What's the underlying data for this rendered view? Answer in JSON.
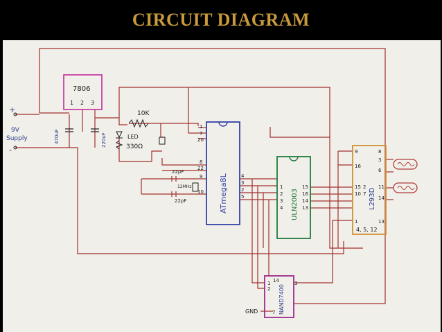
{
  "slide": {
    "title": "CIRCUIT DIAGRAM"
  },
  "colors": {
    "background": "#000000",
    "title": "#c89a3c",
    "paper": "#f1efe9",
    "wire_red": "#a4302e",
    "ink_blue": "#2a3c8e",
    "ink_black": "#1c1c1c",
    "regulator": "#c42a9a",
    "atmega": "#3340a8",
    "uln": "#1f7a3c",
    "l293d": "#d29032",
    "nand": "#9c2a8c",
    "motor": "#b23a3a"
  },
  "components": {
    "regulator": {
      "label": "7806",
      "pins": [
        "1",
        "2",
        "3"
      ]
    },
    "supply": {
      "label": [
        "9V",
        "Supply"
      ],
      "plus": "+",
      "minus": "-"
    },
    "cap1": {
      "label": "470uF"
    },
    "cap2": {
      "label": "220uF"
    },
    "resistor_pullup": {
      "label": "10K"
    },
    "led": {
      "label": "LED"
    },
    "resistor_led": {
      "label": "330Ω"
    },
    "atmega": {
      "label": "ATmega8L",
      "left_pins": [
        "1",
        "7",
        "20",
        "8",
        "22",
        "9",
        "10"
      ],
      "right_pins": [
        "4",
        "3",
        "2",
        "5"
      ]
    },
    "caps_crystal": {
      "c1": "22pF",
      "c2": "22pF",
      "crystal": "12MHz"
    },
    "uln2003": {
      "label": "ULN2003",
      "left_pins": [
        "1",
        "2",
        "3",
        "4"
      ],
      "right_pins": [
        "15",
        "16",
        "14",
        "13"
      ]
    },
    "l293d": {
      "label": "L293D",
      "left_pins": [
        "9",
        "16",
        "15",
        "10",
        "2",
        "7",
        "1"
      ],
      "right_pins": [
        "8",
        "3",
        "6",
        "11",
        "14",
        "13"
      ],
      "bottom_label": "4, 5, 12"
    },
    "nand": {
      "label": "NAND7400",
      "pins": [
        "1",
        "2",
        "14",
        "3",
        "7"
      ]
    },
    "gnd": {
      "label": "GND"
    }
  }
}
